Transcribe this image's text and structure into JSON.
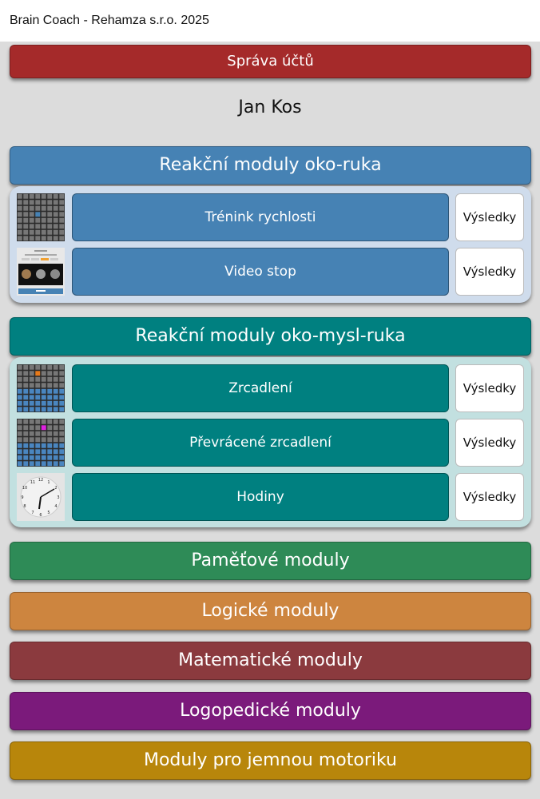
{
  "titlebar": {
    "title": "Brain Coach - Rehamza s.r.o. 2025"
  },
  "accounts_button": {
    "label": "Správa účtů",
    "color": "#a52a2a"
  },
  "user": {
    "name": "Jan Kos"
  },
  "section_eye_hand": {
    "title": "Reakční moduly oko-ruka",
    "color": "#4682b4",
    "panel_color": "#cfdcec",
    "modules": [
      {
        "label": "Trénink rychlosti",
        "results": "Výsledky",
        "thumb": "grid-blue-dot"
      },
      {
        "label": "Video stop",
        "results": "Výsledky",
        "thumb": "video-stop"
      }
    ]
  },
  "section_eye_mind_hand": {
    "title": "Reakční moduly oko-mysl-ruka",
    "color": "#008080",
    "panel_color": "#c2e0e0",
    "modules": [
      {
        "label": "Zrcadlení",
        "results": "Výsledky",
        "thumb": "mirror-orange"
      },
      {
        "label": "Převrácené zrcadlení",
        "results": "Výsledky",
        "thumb": "mirror-magenta"
      },
      {
        "label": "Hodiny",
        "results": "Výsledky",
        "thumb": "clock"
      }
    ]
  },
  "categories": [
    {
      "label": "Paměťové moduly",
      "color": "#2e8b57"
    },
    {
      "label": "Logické moduly",
      "color": "#cd853f"
    },
    {
      "label": "Matematické moduly",
      "color": "#8b3a3e"
    },
    {
      "label": "Logopedické moduly",
      "color": "#7b1a7b"
    },
    {
      "label": "Moduly pro jemnou motoriku",
      "color": "#b8860b"
    }
  ]
}
